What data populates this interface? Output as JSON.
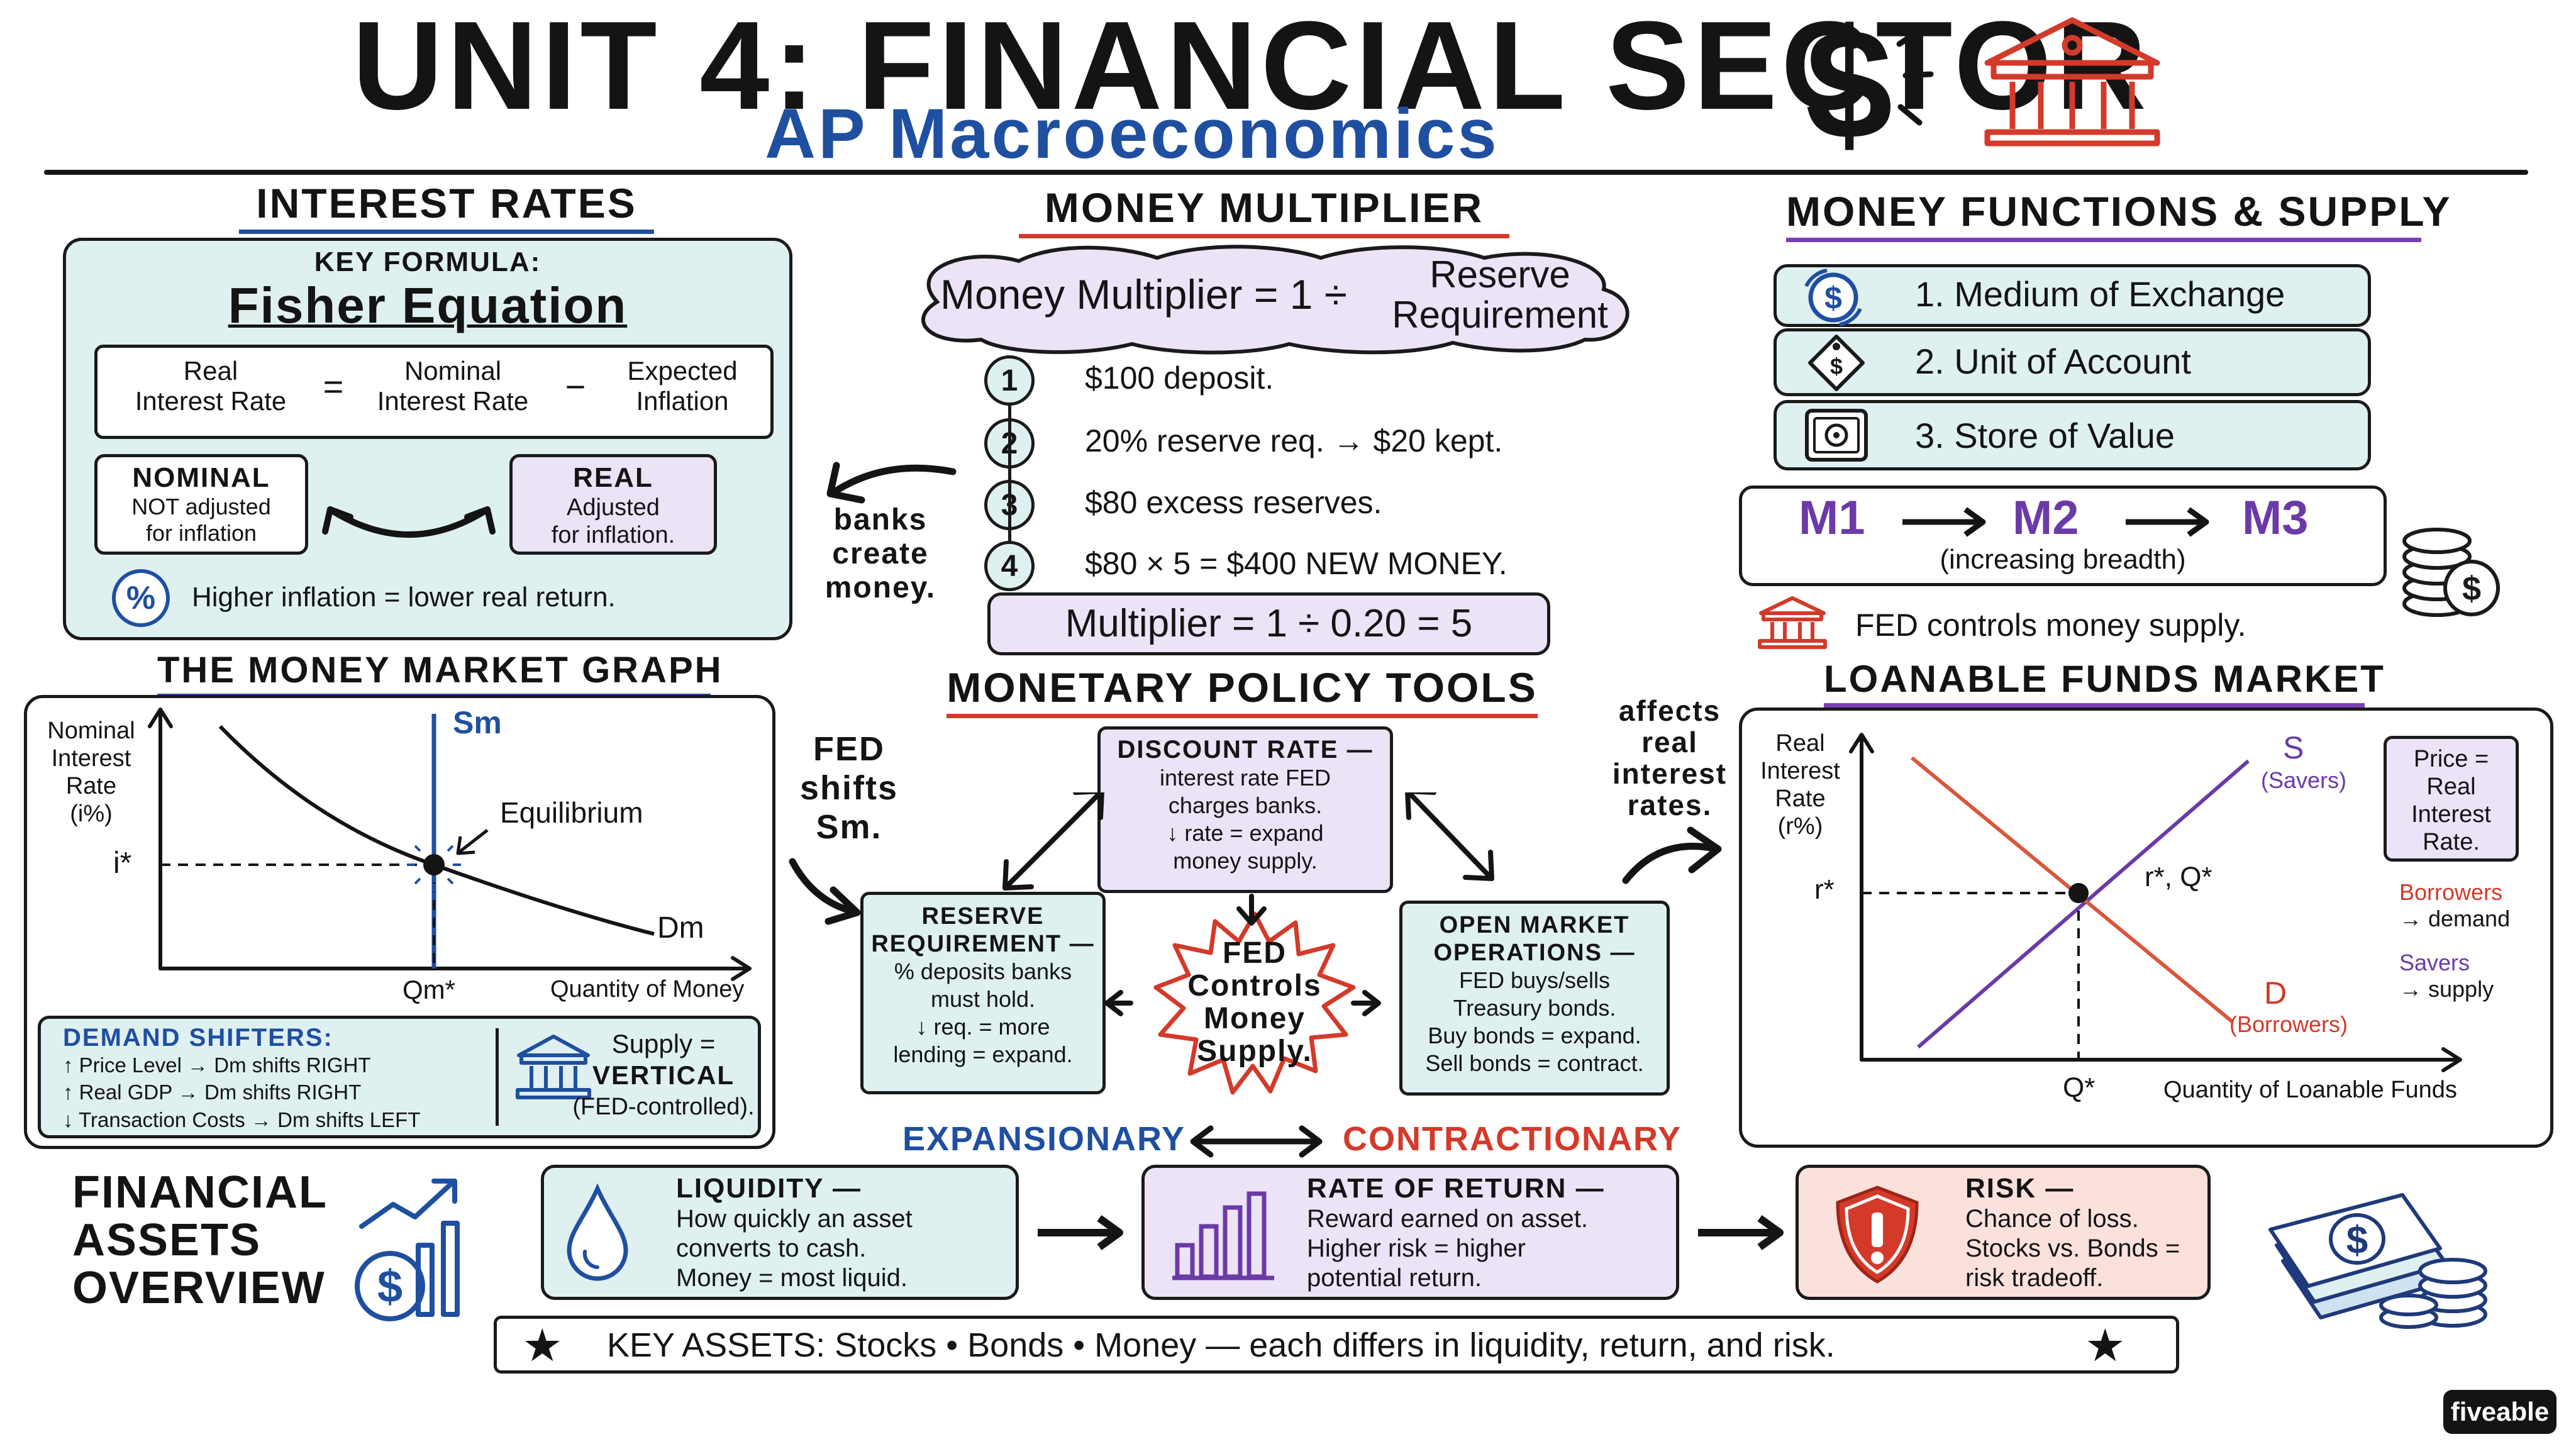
{
  "title": "UNIT 4: FINANCIAL SECTOR",
  "subtitle": "AP Macroeconomics",
  "brand": "fiveable",
  "colors": {
    "blue": "#1f4fa0",
    "red": "#d33a2a",
    "purple": "#6b3aa8",
    "teal": "#dff0f1",
    "lavender": "#ece3f7",
    "pink": "#fbe1dc"
  },
  "interest_rates": {
    "heading": "INTEREST RATES",
    "key_formula": "KEY FORMULA:",
    "formula_name": "Fisher Equation",
    "real_line1": "Real",
    "real_line2": "Interest Rate",
    "eq": "=",
    "nominal_line1": "Nominal",
    "nominal_line2": "Interest Rate",
    "minus": "−",
    "expected_line1": "Expected",
    "expected_line2": "Inflation",
    "nominal_title": "NOMINAL",
    "nominal_desc1": "NOT adjusted",
    "nominal_desc2": "for inflation",
    "real_title": "REAL",
    "real_desc1": "Adjusted",
    "real_desc2": "for inflation.",
    "pct_icon": "%",
    "note": "Higher inflation = lower real return."
  },
  "money_multiplier": {
    "heading": "MONEY MULTIPLIER",
    "formula_left": "Money Multiplier = 1 ÷",
    "formula_right1": "Reserve",
    "formula_right2": "Requirement",
    "steps": [
      {
        "n": "1",
        "text": "$100 deposit."
      },
      {
        "n": "2",
        "text": "20% reserve req. → $20 kept."
      },
      {
        "n": "3",
        "text": "$80 excess reserves."
      },
      {
        "n": "4",
        "text": "$80 × 5 = $400 NEW MONEY."
      }
    ],
    "result": "Multiplier = 1 ÷ 0.20 = 5",
    "side_note1": "banks",
    "side_note2": "create",
    "side_note3": "money."
  },
  "money_functions": {
    "heading": "MONEY FUNCTIONS & SUPPLY",
    "items": [
      "1. Medium of Exchange",
      "2. Unit of Account",
      "3. Store of Value"
    ],
    "m1": "M1",
    "m2": "M2",
    "m3": "M3",
    "breadth": "(increasing breadth)",
    "fed_note": "FED controls money supply."
  },
  "money_market": {
    "heading": "THE MONEY MARKET GRAPH",
    "ylabel1": "Nominal",
    "ylabel2": "Interest",
    "ylabel3": "Rate",
    "ylabel4": "(i%)",
    "istar": "i*",
    "sm": "Sm",
    "dm": "Dm",
    "equilibrium": "Equilibrium",
    "qm": "Qm*",
    "xlabel": "Quantity of Money",
    "shifters_title": "DEMAND SHIFTERS:",
    "shifters": [
      "↑ Price Level → Dm shifts RIGHT",
      "↑ Real GDP → Dm shifts RIGHT",
      "↓ Transaction Costs → Dm shifts LEFT"
    ],
    "supply1": "Supply =",
    "supply2": "VERTICAL",
    "supply3": "(FED-controlled)."
  },
  "fed_shifts": {
    "l1": "FED",
    "l2": "shifts",
    "l3": "Sm."
  },
  "affects": {
    "l1": "affects",
    "l2": "real",
    "l3": "interest",
    "l4": "rates."
  },
  "policy_tools": {
    "heading": "MONETARY POLICY TOOLS",
    "discount_title": "DISCOUNT RATE —",
    "discount_lines": [
      "interest rate FED",
      "charges banks.",
      "↓ rate = expand",
      "money supply."
    ],
    "reserve_title1": "RESERVE",
    "reserve_title2": "REQUIREMENT —",
    "reserve_lines": [
      "% deposits banks",
      "must hold.",
      "↓ req. = more",
      "lending = expand."
    ],
    "open_title1": "OPEN MARKET",
    "open_title2": "OPERATIONS —",
    "open_lines": [
      "FED buys/sells",
      "Treasury bonds.",
      "Buy bonds = expand.",
      "Sell bonds = contract."
    ],
    "center1": "FED",
    "center2": "Controls",
    "center3": "Money",
    "center4": "Supply.",
    "expansionary": "EXPANSIONARY",
    "contractionary": "CONTRACTIONARY"
  },
  "loanable_funds": {
    "heading": "LOANABLE FUNDS MARKET",
    "ylabel1": "Real",
    "ylabel2": "Interest",
    "ylabel3": "Rate",
    "ylabel4": "(r%)",
    "rstar": "r*",
    "eq_label": "r*, Q*",
    "s": "S",
    "savers_tag": "(Savers)",
    "d": "D",
    "borrowers_tag": "(Borrowers)",
    "q": "Q*",
    "xlabel": "Quantity of Loanable Funds",
    "price1": "Price =",
    "price2": "Real",
    "price3": "Interest",
    "price4": "Rate.",
    "borrowers": "Borrowers",
    "demand": "→ demand",
    "savers": "Savers",
    "supply": "→ supply"
  },
  "financial_assets": {
    "heading1": "FINANCIAL",
    "heading2": "ASSETS",
    "heading3": "OVERVIEW",
    "liquidity_title": "LIQUIDITY —",
    "liquidity_lines": [
      "How quickly an asset",
      "converts to cash.",
      "Money = most liquid."
    ],
    "return_title": "RATE OF RETURN —",
    "return_lines": [
      "Reward earned on asset.",
      "Higher risk = higher",
      "potential return."
    ],
    "risk_title": "RISK —",
    "risk_lines": [
      "Chance of loss.",
      "Stocks vs. Bonds =",
      "risk tradeoff."
    ],
    "key_assets": "KEY ASSETS:  Stocks • Bonds • Money — each differs in liquidity, return, and risk."
  }
}
